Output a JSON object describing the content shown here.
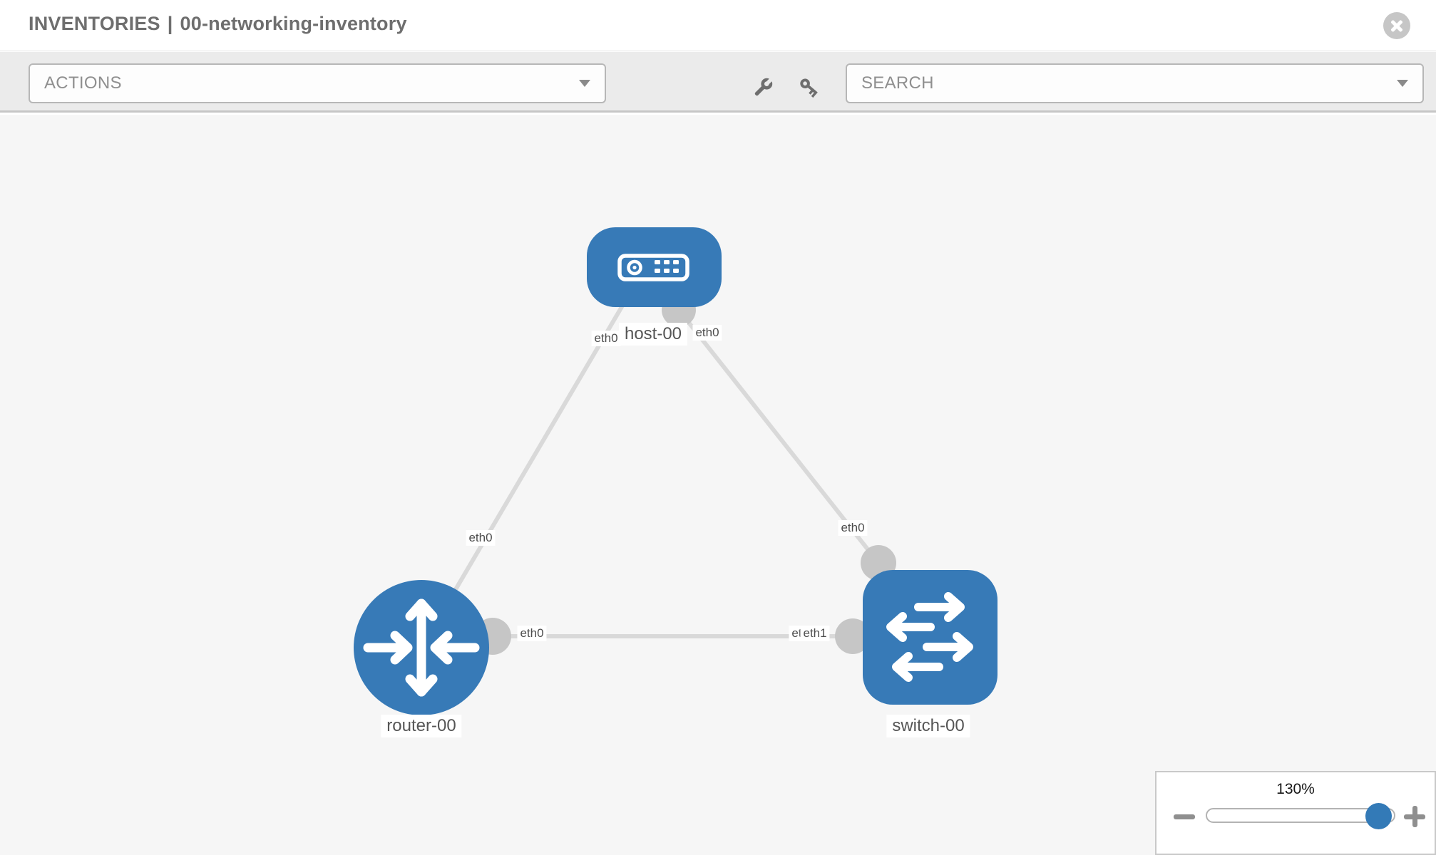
{
  "header": {
    "section": "INVENTORIES",
    "separator": "|",
    "inventory_name": "00-networking-inventory"
  },
  "toolbar": {
    "actions_label": "ACTIONS",
    "search_placeholder": "SEARCH"
  },
  "topology": {
    "nodes": [
      {
        "id": "host-00",
        "type": "host",
        "label": "host-00"
      },
      {
        "id": "router-00",
        "type": "router",
        "label": "router-00"
      },
      {
        "id": "switch-00",
        "type": "switch",
        "label": "switch-00"
      }
    ],
    "links": [
      {
        "from": "host-00",
        "from_port": "eth0",
        "to": "router-00",
        "to_port": "eth0"
      },
      {
        "from": "host-00",
        "from_port": "eth0",
        "to": "switch-00",
        "to_port": "eth0"
      },
      {
        "from": "router-00",
        "from_port": "eth0",
        "to": "switch-00",
        "to_port": "eth1",
        "to_port_overlapped": "eth1"
      }
    ]
  },
  "zoom_control": {
    "value": "130%"
  },
  "colors": {
    "node_blue": "#377ab7",
    "link_gray": "#d9d9d9",
    "port_gray": "#c6c6c6",
    "canvas_bg": "#f6f6f6",
    "toolbar_bg": "#ebebeb",
    "knob_blue": "#337ab7"
  }
}
